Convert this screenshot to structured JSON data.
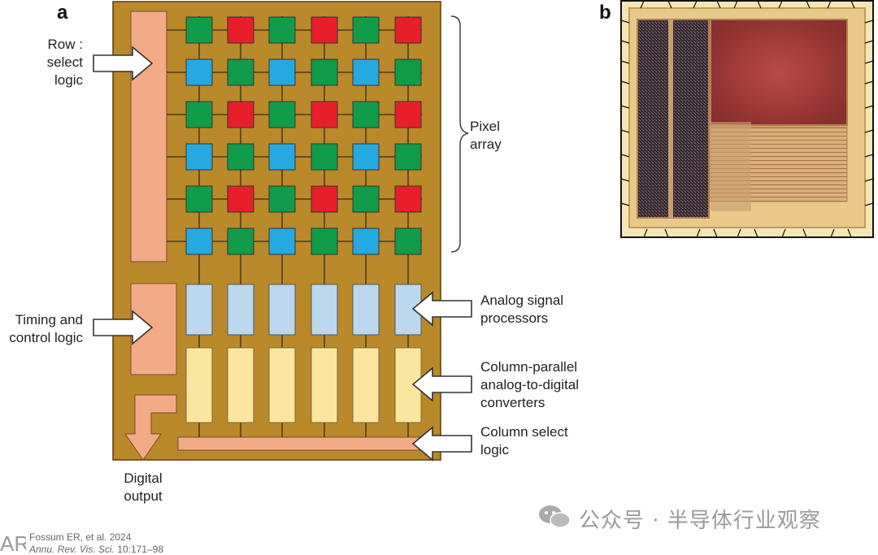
{
  "panel_a": {
    "label": "a",
    "labels": {
      "row_select_line1": "Row :",
      "row_select_line2": "select",
      "row_select_line3": "logic",
      "timing_line1": "Timing and",
      "timing_line2": "control logic",
      "digital_line1": "Digital",
      "digital_line2": "output",
      "pixel_line1": "Pixel",
      "pixel_line2": "array",
      "analog_line1": "Analog signal",
      "analog_line2": "processors",
      "adc_line1": "Column-parallel",
      "adc_line2": "analog-to-digital",
      "adc_line3": "converters",
      "colsel_line1": "Column select",
      "colsel_line2": "logic"
    },
    "pixel_grid": [
      [
        "G",
        "R",
        "G",
        "R",
        "G",
        "R"
      ],
      [
        "B",
        "G",
        "B",
        "G",
        "B",
        "G"
      ],
      [
        "G",
        "R",
        "G",
        "R",
        "G",
        "R"
      ],
      [
        "B",
        "G",
        "B",
        "G",
        "B",
        "G"
      ],
      [
        "G",
        "R",
        "G",
        "R",
        "G",
        "R"
      ],
      [
        "B",
        "G",
        "B",
        "G",
        "B",
        "G"
      ]
    ],
    "colors": {
      "chip": "#b9892a",
      "logic": "#f2ab86",
      "asp": "#bcd8ee",
      "adc": "#fbe6a0",
      "G": "#109c4a",
      "R": "#e81e2b",
      "B": "#25a9e0"
    }
  },
  "panel_b": {
    "label": "b"
  },
  "footer": {
    "logo": "AR",
    "citation_line1": "Fossum ER, et al. 2024",
    "citation_journal": "Annu. Rev. Vis. Sci.",
    "citation_pages": "10:171–98"
  },
  "watermark": "公众号 · 半导体行业观察"
}
